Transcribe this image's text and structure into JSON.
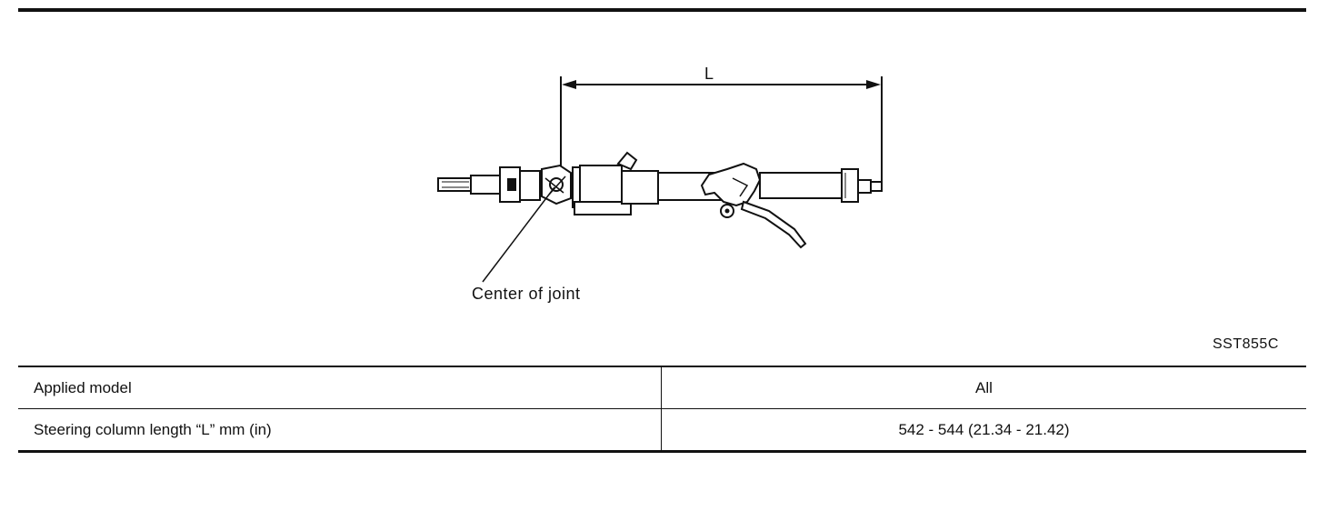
{
  "figure": {
    "dimension_label": "L",
    "callout_label": "Center of joint",
    "figure_code": "SST855C"
  },
  "spec_table": {
    "rows": [
      {
        "label": "Applied model",
        "value": "All"
      },
      {
        "label": "Steering column length “L”   mm (in)",
        "value": "542 - 544 (21.34 - 21.42)"
      }
    ]
  }
}
